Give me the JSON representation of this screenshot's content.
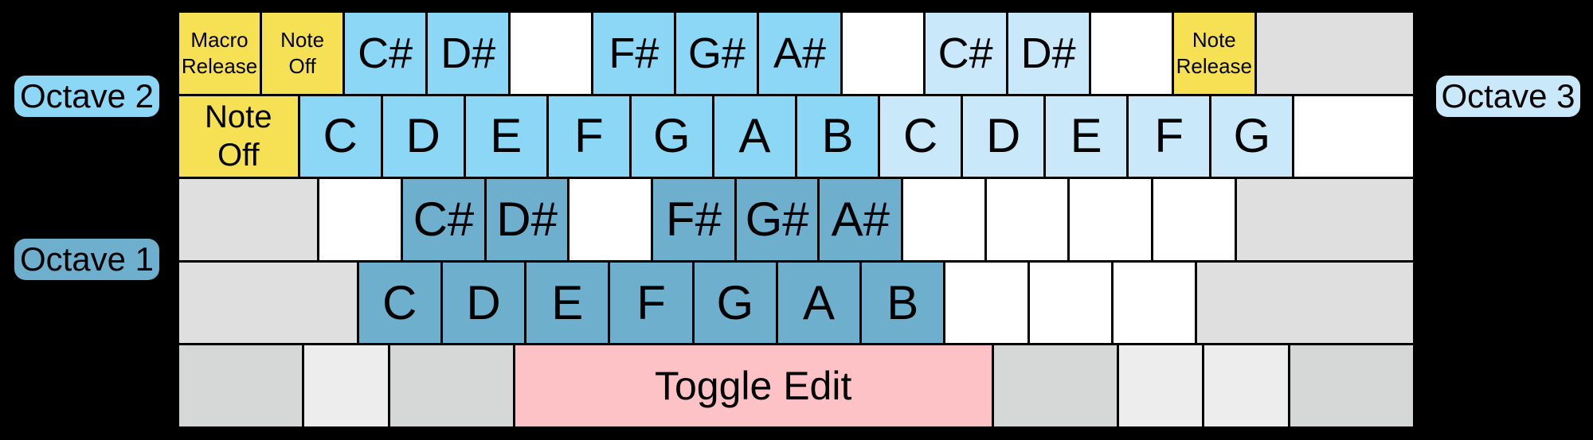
{
  "labels": {
    "octave_2": "Octave 2",
    "octave_1": "Octave 1",
    "octave_3": "Octave 3"
  },
  "colors": {
    "background": "#000000",
    "yellow": "#F6E155",
    "octave2": "#8BD7F5",
    "octave3": "#C9E8FA",
    "octave1": "#6FAFCE",
    "edit_pink": "#FCC2C5",
    "modifier_gray": "#DFDFDF",
    "ctrl_alt_gray": "#D6D8D8",
    "super_menu_gray": "#EDEDED",
    "blank_white": "#FFFFFF",
    "text": "#000000"
  },
  "keyboard": {
    "rows": [
      {
        "keys": [
          {
            "label": "Macro Release"
          },
          {
            "label": "Note Off"
          },
          {
            "label": "C#"
          },
          {
            "label": "D#"
          },
          {
            "label": ""
          },
          {
            "label": "F#"
          },
          {
            "label": "G#"
          },
          {
            "label": "A#"
          },
          {
            "label": ""
          },
          {
            "label": "C#"
          },
          {
            "label": "D#"
          },
          {
            "label": ""
          },
          {
            "label": "Note Release"
          },
          {
            "label": ""
          }
        ]
      },
      {
        "keys": [
          {
            "label": "Note Off"
          },
          {
            "label": "C"
          },
          {
            "label": "D"
          },
          {
            "label": "E"
          },
          {
            "label": "F"
          },
          {
            "label": "G"
          },
          {
            "label": "A"
          },
          {
            "label": "B"
          },
          {
            "label": "C"
          },
          {
            "label": "D"
          },
          {
            "label": "E"
          },
          {
            "label": "F"
          },
          {
            "label": "G"
          },
          {
            "label": ""
          }
        ]
      },
      {
        "keys": [
          {
            "label": ""
          },
          {
            "label": ""
          },
          {
            "label": "C#"
          },
          {
            "label": "D#"
          },
          {
            "label": ""
          },
          {
            "label": "F#"
          },
          {
            "label": "G#"
          },
          {
            "label": "A#"
          },
          {
            "label": ""
          },
          {
            "label": ""
          },
          {
            "label": ""
          },
          {
            "label": ""
          },
          {
            "label": ""
          }
        ]
      },
      {
        "keys": [
          {
            "label": ""
          },
          {
            "label": "C"
          },
          {
            "label": "D"
          },
          {
            "label": "E"
          },
          {
            "label": "F"
          },
          {
            "label": "G"
          },
          {
            "label": "A"
          },
          {
            "label": "B"
          },
          {
            "label": ""
          },
          {
            "label": ""
          },
          {
            "label": ""
          },
          {
            "label": ""
          }
        ]
      },
      {
        "keys": [
          {
            "label": ""
          },
          {
            "label": ""
          },
          {
            "label": ""
          },
          {
            "label": "Toggle Edit"
          },
          {
            "label": ""
          },
          {
            "label": ""
          },
          {
            "label": ""
          },
          {
            "label": ""
          }
        ]
      }
    ]
  }
}
